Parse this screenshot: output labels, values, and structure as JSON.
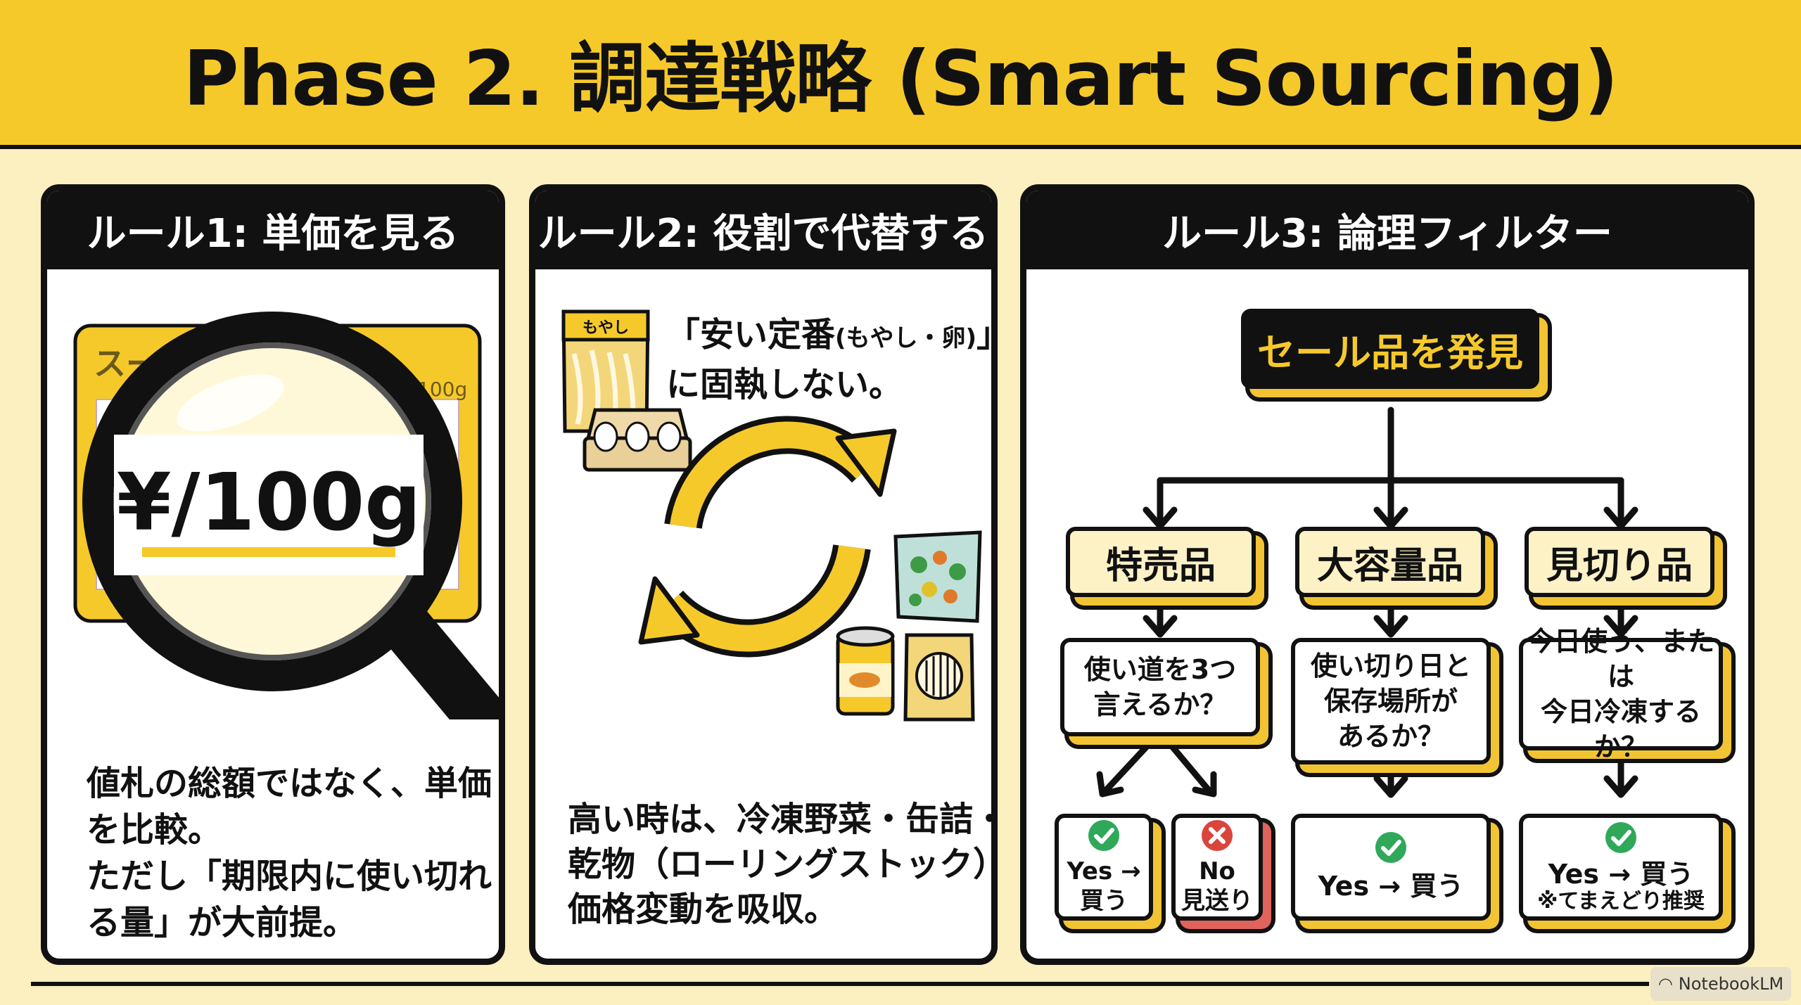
{
  "title": "Phase 2. 調達戦略 (Smart Sourcing)",
  "panel1": {
    "heading": "ルール1: 単価を見る",
    "lens_text": "¥/100g",
    "label_title": "スー",
    "label_unit": "100g",
    "body_lines": [
      "値札の総額ではなく、単価",
      "を比較。",
      "ただし「期限内に使い切れ",
      "る量」が大前提。"
    ]
  },
  "panel2": {
    "heading": "ルール2: 役割で代替する",
    "bag_label": "もやし",
    "quote_line1": "「安い定番",
    "quote_small": "(もやし・卵)",
    "quote_end": "」",
    "quote_line2": "に固執しない。",
    "body_lines": [
      "高い時は、冷凍野菜・缶詰・",
      "乾物（ローリングストック）で",
      "価格変動を吸収。"
    ]
  },
  "panel3": {
    "heading": "ルール3: 論理フィルター",
    "root": "セール品を発見",
    "categories": [
      "特売品",
      "大容量品",
      "見切り品"
    ],
    "questions": [
      [
        "使い道を3つ",
        "言えるか？"
      ],
      [
        "使い切り日と",
        "保存場所が",
        "あるか？"
      ],
      [
        "今日使う、または",
        "今日冷凍するか？"
      ]
    ],
    "yes1": [
      "Yes →",
      "買う"
    ],
    "no1": [
      "No",
      "見送り"
    ],
    "yes2": "Yes → 買う",
    "yes3": "Yes → 買う",
    "yes3_note": "※てまえどり推奨"
  },
  "credit": "NotebookLM",
  "colors": {
    "accent": "#f6c92b",
    "background": "#fcefc0",
    "ink": "#111111",
    "yes": "#2fa85a",
    "no": "#d9453c"
  }
}
